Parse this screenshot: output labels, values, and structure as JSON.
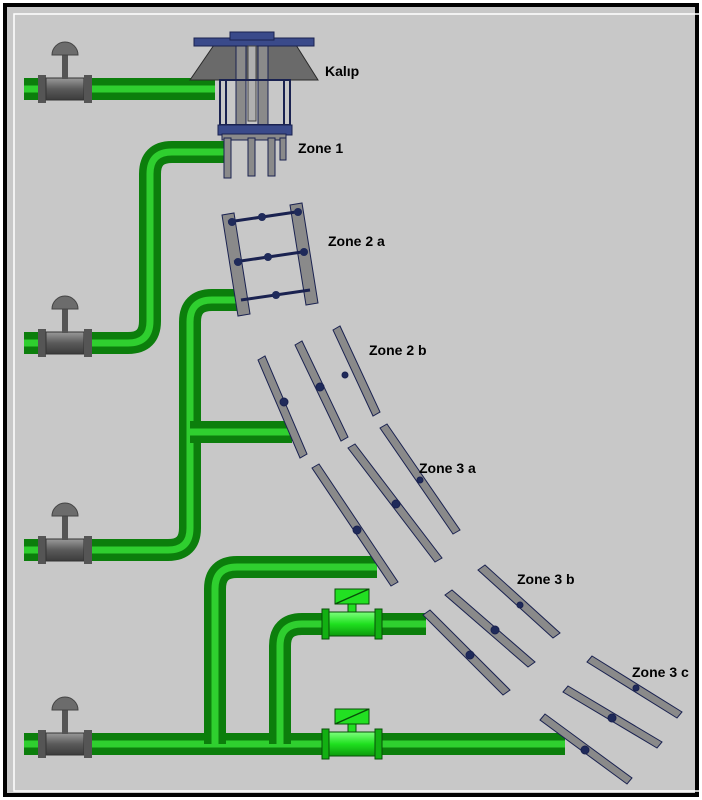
{
  "diagram": {
    "labels": {
      "kalip": "Kalıp",
      "zone1": "Zone 1",
      "zone2a": "Zone 2 a",
      "zone2b": "Zone 2 b",
      "zone3a": "Zone 3 a",
      "zone3b": "Zone 3 b",
      "zone3c": "Zone 3 c"
    },
    "colors": {
      "background": "#c8c8c8",
      "pipe": "#12a012",
      "pipe_highlight": "#3fd63f",
      "valve_body": "#6e6e6e",
      "solenoid_valve": "#22e022",
      "nozzle_bar": "#8a8a8a",
      "nozzle": "#1f2a5a"
    },
    "components": {
      "manual_valves": [
        "manual-valve",
        "manual-valve",
        "manual-valve",
        "manual-valve"
      ],
      "solenoid_valves": [
        "solenoid-valve",
        "solenoid-valve"
      ]
    }
  }
}
